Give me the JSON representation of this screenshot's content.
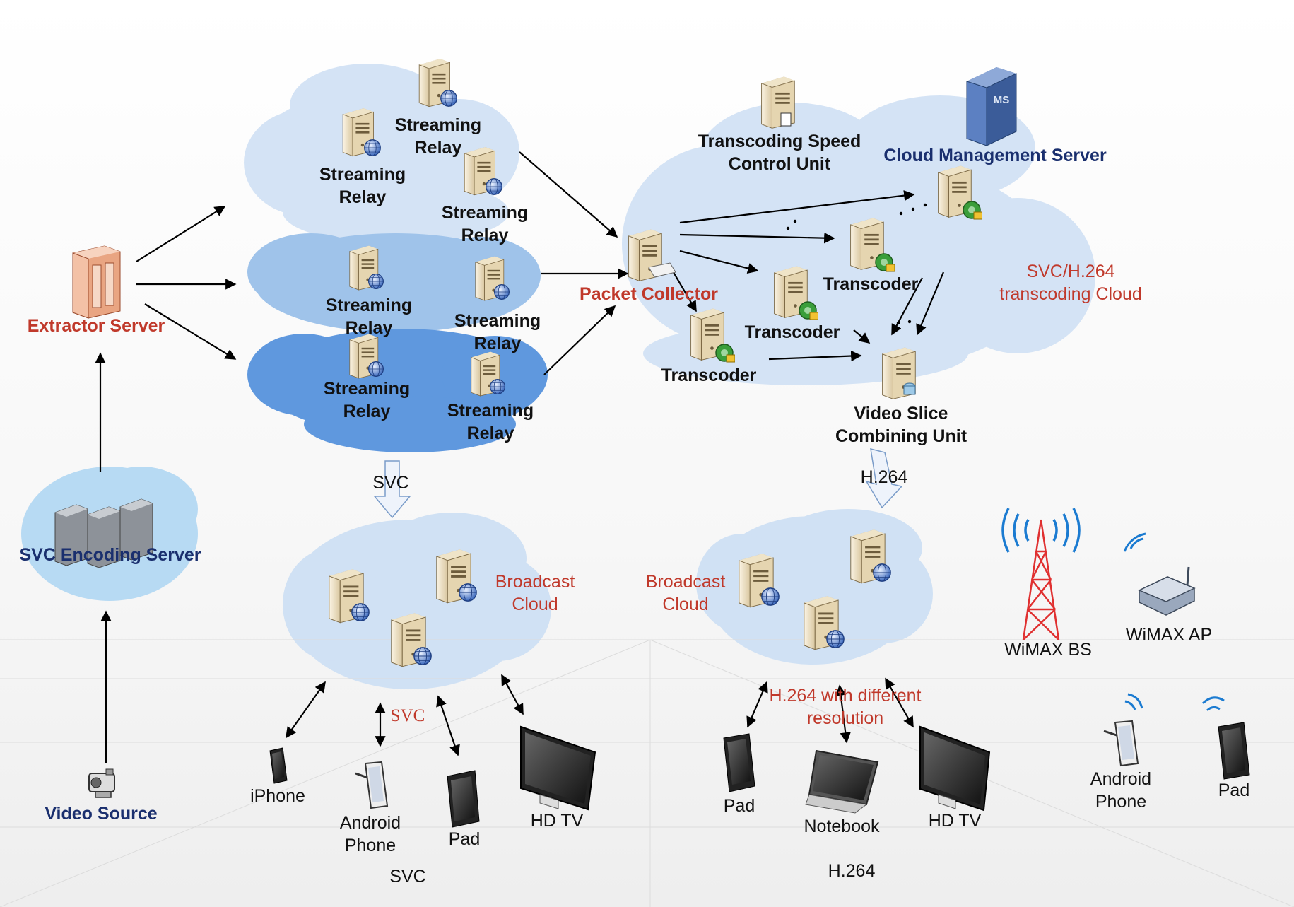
{
  "colors": {
    "red_label": "#c0392b",
    "blue_label": "#1a2f6e",
    "dark_text": "#111111",
    "cloud_light": "#cfe0f5",
    "cloud_mid": "#9ec2ea",
    "cloud_deep": "#5b94dd",
    "arrow": "#000000"
  },
  "labels": {
    "streaming_relay": "Streaming\nRelay",
    "extractor_server": "Extractor Server",
    "svc_encoding_server": "SVC Encoding Server",
    "video_source": "Video Source",
    "packet_collector": "Packet Collector",
    "transcoding_speed_control_unit": "Transcoding Speed\nControl Unit",
    "cloud_management_server": "Cloud Management Server",
    "transcoder": "Transcoder",
    "svc_h264_cloud": "SVC/H.264\ntranscoding Cloud",
    "video_slice_combining_unit": "Video Slice\nCombining Unit",
    "svc_flow": "SVC",
    "h264_flow": "H.264",
    "broadcast_cloud": "Broadcast\nCloud",
    "svc_link": "SVC",
    "h264_diff_res": "H.264 with different\nresolution",
    "iphone": "iPhone",
    "android_phone": "Android\nPhone",
    "pad": "Pad",
    "hd_tv": "HD TV",
    "notebook": "Notebook",
    "wimax_bs": "WiMAX BS",
    "wimax_ap": "WiMAX AP",
    "svc_group": "SVC",
    "h264_group": "H.264",
    "ms_badge": "MS"
  },
  "icons": {
    "server": "server-icon",
    "encoder_server": "rack-server-icon",
    "camera": "video-camera-icon",
    "cell_tower": "cell-tower-icon",
    "router": "wifi-router-icon",
    "signal": "wifi-signal-icon"
  }
}
